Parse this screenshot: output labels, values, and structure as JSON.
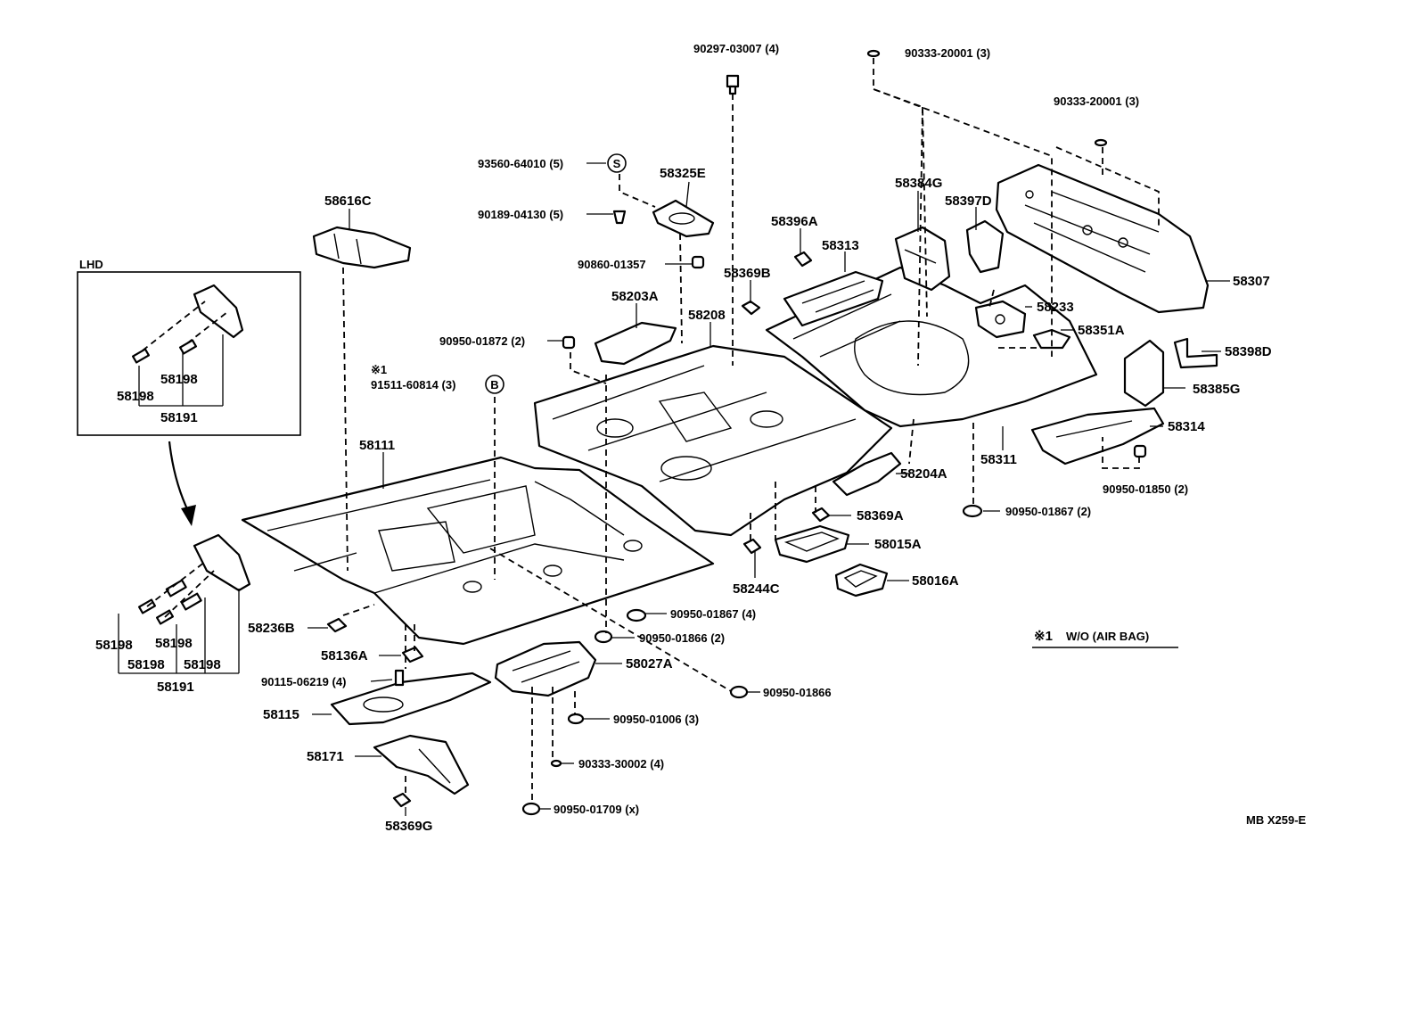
{
  "diagram_code": "MB X259-E",
  "footnote": {
    "mark": "※1",
    "text": "W/O (AIR BAG)"
  },
  "inset": {
    "title": "LHD",
    "labels": [
      "58198",
      "58198",
      "58191"
    ]
  },
  "symbols": {
    "s": "S",
    "b": "B",
    "note_mark": "※1"
  },
  "labels": {
    "p90297": "90297-03007 (4)",
    "p90333a": "90333-20001 (3)",
    "p90333b": "90333-20001 (3)",
    "p93560": "93560-64010 (5)",
    "p58325E": "58325E",
    "p90189": "90189-04130 (5)",
    "p90860": "90860-01357",
    "p58616C": "58616C",
    "p58396A": "58396A",
    "p58313": "58313",
    "p58384G": "58384G",
    "p58397D": "58397D",
    "p58307": "58307",
    "p58369B": "58369B",
    "p58203A": "58203A",
    "p58208": "58208",
    "p58233": "58233",
    "p58351A": "58351A",
    "p58398D": "58398D",
    "p90950_01872": "90950-01872 (2)",
    "p91511": "91511-60814 (3)",
    "p58385G": "58385G",
    "p58314": "58314",
    "p58111": "58111",
    "p58311": "58311",
    "p58204A": "58204A",
    "p90950_01850": "90950-01850 (2)",
    "p58369A": "58369A",
    "p90950_01867a": "90950-01867 (2)",
    "p58015A": "58015A",
    "p58016A": "58016A",
    "p58244C": "58244C",
    "p90950_01867b": "90950-01867 (4)",
    "p58236B": "58236B",
    "p90950_01866a": "90950-01866 (2)",
    "p58136A": "58136A",
    "p58027A": "58027A",
    "p90115": "90115-06219 (4)",
    "p90950_01866b": "90950-01866",
    "p58115": "58115",
    "p90950_01006": "90950-01006 (3)",
    "p58171": "58171",
    "p90333_30002": "90333-30002 (4)",
    "p90950_01709": "90950-01709 (x)",
    "p58369G": "58369G",
    "p58198_1": "58198",
    "p58198_2": "58198",
    "p58198_3": "58198",
    "p58198_4": "58198",
    "p58191": "58191"
  }
}
